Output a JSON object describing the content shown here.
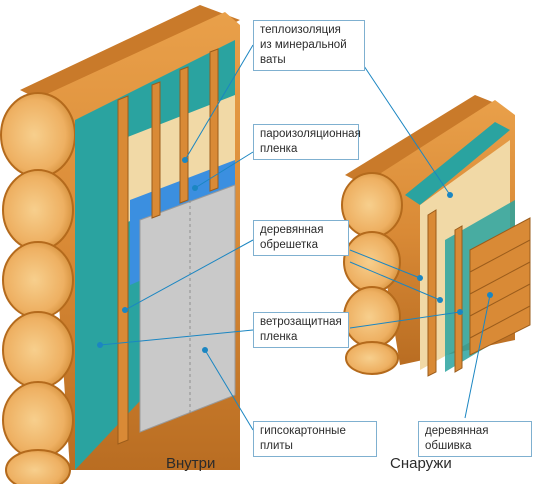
{
  "labels": {
    "insulation_line1": "теплоизоляция",
    "insulation_line2": "из минеральной ваты",
    "vapor_line1": "пароизоляционная",
    "vapor_line2": "пленка",
    "lathing_line1": "деревянная",
    "lathing_line2": "обрешетка",
    "wind_line1": "ветрозащитная",
    "wind_line2": "пленка",
    "drywall": "гипсокартонные плиты",
    "cladding": "деревянная обшивка"
  },
  "captions": {
    "inside": "Внутри",
    "outside": "Снаружи"
  },
  "colors": {
    "log_wood": "#d98a36",
    "log_end": "#f0b46a",
    "membrane": "#2aa3a0",
    "vapor_film": "#3b8fe0",
    "insulation": "#f1d9a6",
    "drywall": "#c9c9c9",
    "leader_line": "#1b86c2"
  }
}
